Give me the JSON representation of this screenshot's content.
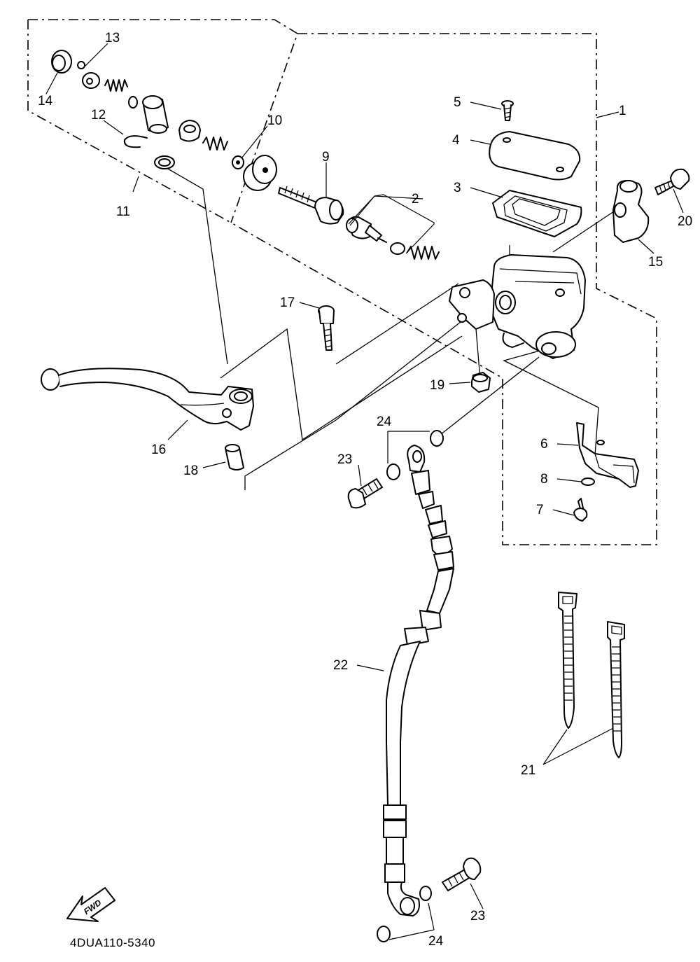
{
  "diagram_code": "4DUA110-5340",
  "fwd_label": "FWD",
  "callouts": {
    "p1": "1",
    "p2": "2",
    "p3": "3",
    "p4": "4",
    "p5": "5",
    "p6": "6",
    "p7": "7",
    "p8": "8",
    "p9": "9",
    "p10": "10",
    "p11": "11",
    "p12": "12",
    "p13": "13",
    "p14": "14",
    "p15": "15",
    "p16": "16",
    "p17": "17",
    "p18": "18",
    "p19": "19",
    "p20": "20",
    "p21": "21",
    "p22": "22",
    "p23a": "23",
    "p23b": "23",
    "p24a": "24",
    "p24b": "24"
  }
}
